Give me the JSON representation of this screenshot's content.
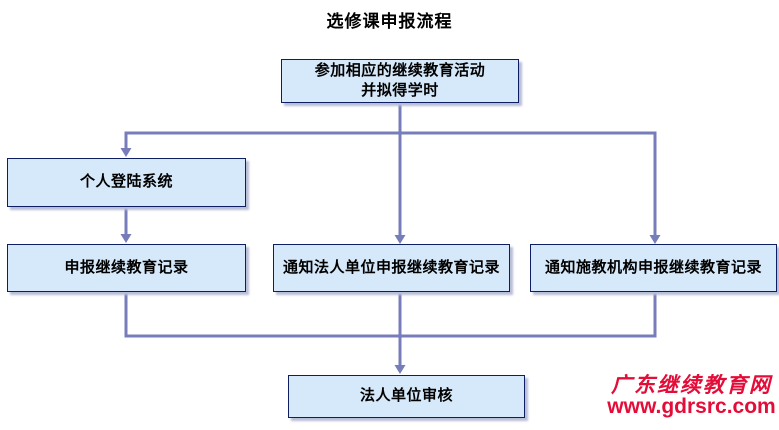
{
  "title": "选修课申报流程",
  "nodes": [
    {
      "id": "attend-activity",
      "label": "参加相应的继续教育活动\n并拟得学时"
    },
    {
      "id": "personal-login",
      "label": "个人登陆系统"
    },
    {
      "id": "declare-record",
      "label": "申报继续教育记录"
    },
    {
      "id": "notify-legal-entity",
      "label": "通知法人单位申报继续教育记录"
    },
    {
      "id": "notify-institution",
      "label": "通知施教机构申报继续教育记录"
    },
    {
      "id": "legal-entity-review",
      "label": "法人单位审核"
    }
  ],
  "edges": [
    {
      "from": "attend-activity",
      "to": "personal-login"
    },
    {
      "from": "attend-activity",
      "to": "notify-legal-entity"
    },
    {
      "from": "attend-activity",
      "to": "notify-institution"
    },
    {
      "from": "personal-login",
      "to": "declare-record"
    },
    {
      "from": "declare-record",
      "to": "legal-entity-review"
    },
    {
      "from": "notify-legal-entity",
      "to": "legal-entity-review"
    },
    {
      "from": "notify-institution",
      "to": "legal-entity-review"
    }
  ],
  "watermark": {
    "site_name": "广东继续教育网",
    "site_url": "www.gdrsrc.com"
  },
  "colors": {
    "box_fill": "#d6e9fa",
    "box_border": "#0d1e63",
    "connector": "#777cba",
    "watermark_red": "#e40c38",
    "title_text": "#000000"
  }
}
